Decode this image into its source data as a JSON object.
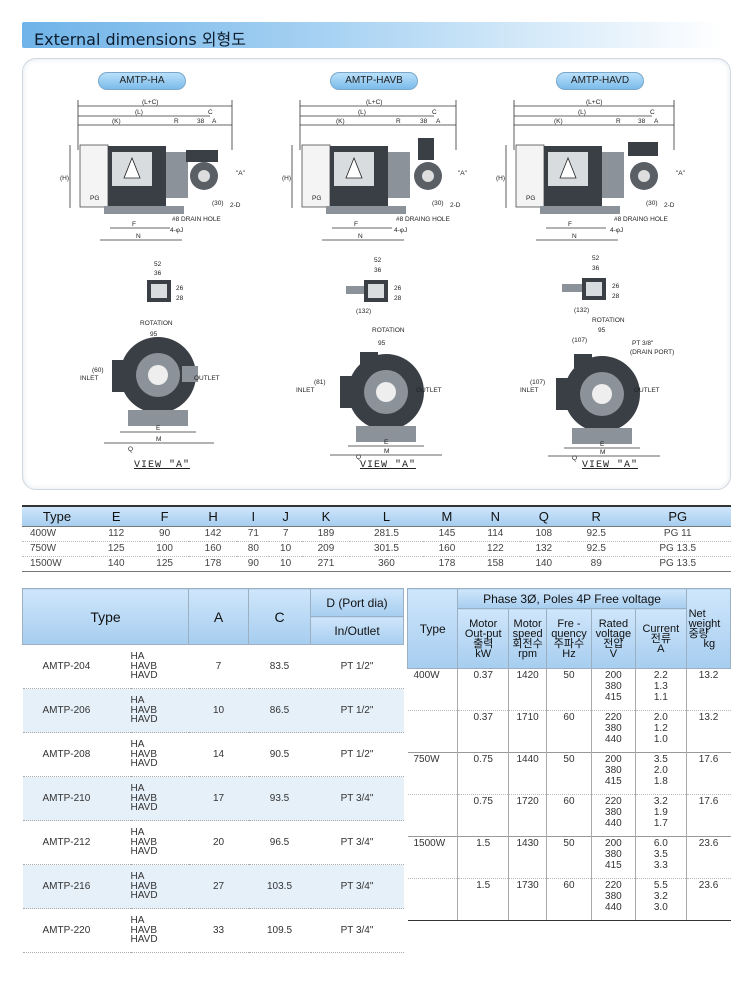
{
  "header": {
    "title": "External dimensions 외형도"
  },
  "drawings": {
    "labels": [
      "AMTP-HA",
      "AMTP-HAVB",
      "AMTP-HAVD"
    ],
    "view_label": "VIEW \"A\"",
    "dim_text": {
      "lc": "(L+C)",
      "l": "(L)",
      "k": "(K)",
      "r": "R",
      "c": "C",
      "a38": "38",
      "a": "A",
      "h": "(H)",
      "pg": "PG",
      "i30": "(30)",
      "d2": "2-D",
      "drain_ha": "#8 DRAIN HOLE",
      "drain_vb": "#8 DRAING HOLE",
      "drain_vd": "#8 DRAING HOLE",
      "f": "F",
      "n": "N",
      "holes": "4-φJ",
      "arrow_a": "\"A\"",
      "d52": "52",
      "d36": "36",
      "d26": "26",
      "d28": "28",
      "d132": "(132)",
      "rotation": "ROTATION",
      "d95": "95",
      "d107": "(107)",
      "pt": "PT 3/8\"",
      "drain_port": "(DRAIN PORT)",
      "inlet": "INLET",
      "outlet": "OUTLET",
      "d60": "(60)",
      "d81": "(81)",
      "d107v": "(107)",
      "e": "E",
      "m": "M",
      "q": "Q"
    }
  },
  "dim_table": {
    "headers": [
      "Type",
      "E",
      "F",
      "H",
      "I",
      "J",
      "K",
      "L",
      "M",
      "N",
      "Q",
      "R",
      "PG"
    ],
    "rows": [
      [
        "400W",
        "112",
        "90",
        "142",
        "71",
        "7",
        "189",
        "281.5",
        "145",
        "114",
        "108",
        "92.5",
        "PG 11"
      ],
      [
        "750W",
        "125",
        "100",
        "160",
        "80",
        "10",
        "209",
        "301.5",
        "160",
        "122",
        "132",
        "92.5",
        "PG 13.5"
      ],
      [
        "1500W",
        "140",
        "125",
        "178",
        "90",
        "10",
        "271",
        "360",
        "178",
        "158",
        "140",
        "89",
        "PG 13.5"
      ]
    ]
  },
  "model_table": {
    "h_type": "Type",
    "h_a": "A",
    "h_c": "C",
    "h_d": "D (Port dia)",
    "h_inout": "In/Outlet",
    "variants": [
      "HA",
      "HAVB",
      "HAVD"
    ],
    "rows": [
      {
        "model": "AMTP-204",
        "a": "7",
        "c": "83.5",
        "d": "PT 1/2\""
      },
      {
        "model": "AMTP-206",
        "a": "10",
        "c": "86.5",
        "d": "PT 1/2\""
      },
      {
        "model": "AMTP-208",
        "a": "14",
        "c": "90.5",
        "d": "PT 1/2\""
      },
      {
        "model": "AMTP-210",
        "a": "17",
        "c": "93.5",
        "d": "PT 3/4\""
      },
      {
        "model": "AMTP-212",
        "a": "20",
        "c": "96.5",
        "d": "PT 3/4\""
      },
      {
        "model": "AMTP-216",
        "a": "27",
        "c": "103.5",
        "d": "PT 3/4\""
      },
      {
        "model": "AMTP-220",
        "a": "33",
        "c": "109.5",
        "d": "PT 3/4\""
      }
    ]
  },
  "elec_table": {
    "h_type": "Type",
    "h_phase": "Phase 3Ø, Poles 4P Free voltage",
    "h_net": [
      "Net",
      "weight",
      "중량",
      "kg"
    ],
    "cols": [
      [
        "Motor",
        "Out-put",
        "출력",
        "kW"
      ],
      [
        "Motor",
        "speed",
        "회전수",
        "rpm"
      ],
      [
        "Fre -",
        "quency",
        "주파수",
        "Hz"
      ],
      [
        "Rated",
        "voltage",
        "전압",
        "V"
      ],
      [
        "Current",
        "전류",
        "A"
      ]
    ],
    "rows": [
      {
        "type": "400W",
        "kw": "0.37",
        "rpm": "1420",
        "hz": "50",
        "v": [
          "200",
          "380",
          "415"
        ],
        "a": [
          "2.2",
          "1.3",
          "1.1"
        ],
        "kg": "13.2"
      },
      {
        "type": "",
        "kw": "0.37",
        "rpm": "1710",
        "hz": "60",
        "v": [
          "220",
          "380",
          "440"
        ],
        "a": [
          "2.0",
          "1.2",
          "1.0"
        ],
        "kg": "13.2"
      },
      {
        "type": "750W",
        "kw": "0.75",
        "rpm": "1440",
        "hz": "50",
        "v": [
          "200",
          "380",
          "415"
        ],
        "a": [
          "3.5",
          "2.0",
          "1.8"
        ],
        "kg": "17.6"
      },
      {
        "type": "",
        "kw": "0.75",
        "rpm": "1720",
        "hz": "60",
        "v": [
          "220",
          "380",
          "440"
        ],
        "a": [
          "3.2",
          "1.9",
          "1.7"
        ],
        "kg": "17.6"
      },
      {
        "type": "1500W",
        "kw": "1.5",
        "rpm": "1430",
        "hz": "50",
        "v": [
          "200",
          "380",
          "415"
        ],
        "a": [
          "6.0",
          "3.5",
          "3.3"
        ],
        "kg": "23.6"
      },
      {
        "type": "",
        "kw": "1.5",
        "rpm": "1730",
        "hz": "60",
        "v": [
          "220",
          "380",
          "440"
        ],
        "a": [
          "5.5",
          "3.2",
          "3.0"
        ],
        "kg": "23.6"
      }
    ]
  }
}
